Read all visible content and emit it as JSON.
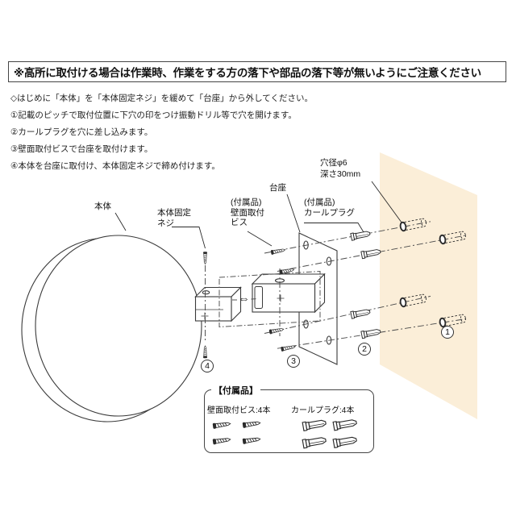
{
  "warning": "※高所に取付ける場合は作業時、作業をする方の落下や部品の落下等が無いようにご注意ください",
  "instructions": {
    "lines": [
      "◇はじめに「本体」を「本体固定ネジ」を緩めて「台座」から外してください。",
      "①記載のピッチで取付位置に下穴の印をつけ振動ドリル等で穴を開けます。",
      "②カールプラグを穴に差し込みます。",
      "③壁面取付ビスで台座を取付けます。",
      "④本体を台座に取付け、本体固定ネジで締め付けます。"
    ]
  },
  "diagram": {
    "labels": {
      "body": "本体",
      "body_screw": [
        "本体固定",
        "ネジ"
      ],
      "base": "台座",
      "wall_screw": [
        "(付属品)",
        "壁面取付",
        "ビス"
      ],
      "plug": [
        "(付属品)",
        "カールプラグ"
      ],
      "hole": [
        "穴径φ6",
        "深さ30mm"
      ]
    },
    "slide_arrow": "⇔",
    "markers": [
      "1",
      "2",
      "3",
      "4"
    ],
    "wall_color": "#fbeed8"
  },
  "accessories": {
    "title": "【付属品】",
    "screws_label": "壁面取付ビス:4本",
    "plugs_label": "カールプラグ:4本"
  }
}
